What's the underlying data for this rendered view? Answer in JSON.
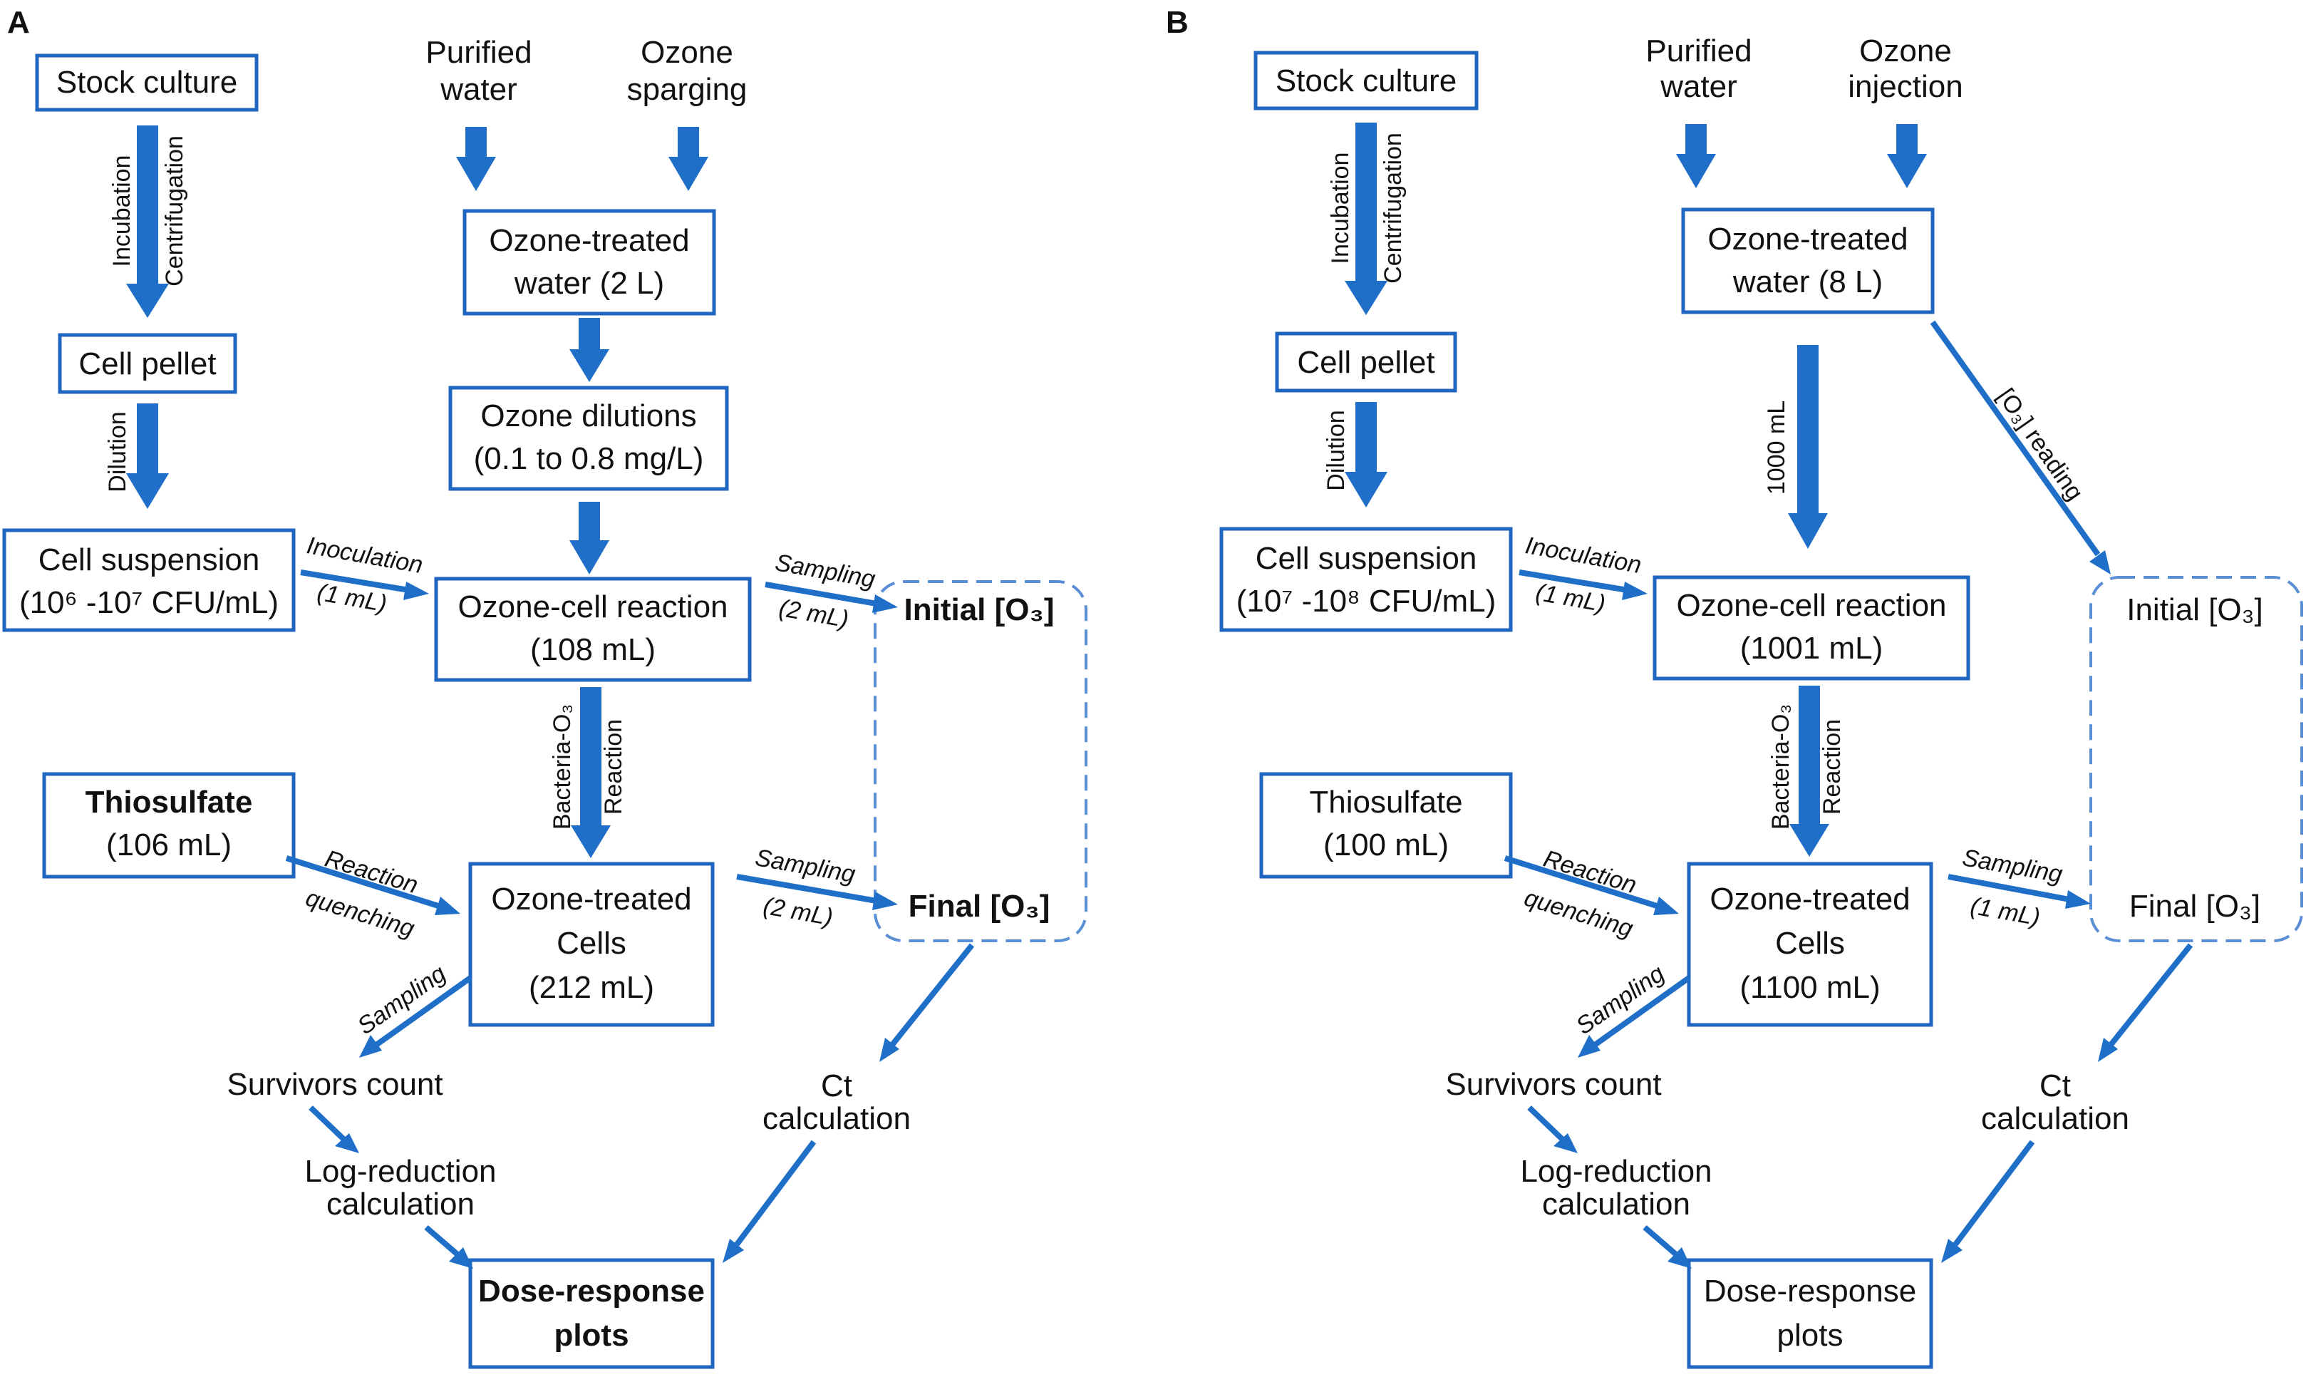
{
  "panels": [
    {
      "letter": "A",
      "nodes": {
        "stock": "Stock culture",
        "pellet": "Cell pellet",
        "susp_line1": "Cell suspension",
        "susp_line2": "(10⁶ -10⁷ CFU/mL)",
        "water_in": [
          "Purified",
          "water"
        ],
        "ozone_in": [
          "Ozone",
          "sparging"
        ],
        "ozwater": [
          "Ozone-treated",
          "water (2 L)"
        ],
        "dilutions": [
          "Ozone dilutions",
          "(0.1 to 0.8 mg/L)"
        ],
        "reaction": [
          "Ozone-cell reaction",
          "(108 mL)"
        ],
        "thio": [
          "Thiosulfate",
          "(106 mL)"
        ],
        "cells": [
          "Ozone-treated",
          "Cells",
          "(212 mL)"
        ],
        "initial": "Initial [O₃]",
        "final": "Final [O₃]",
        "survivors": "Survivors count",
        "logred": [
          "Log-reduction",
          "calculation"
        ],
        "ct": [
          "Ct",
          "calculation"
        ],
        "dose": [
          "Dose-response",
          "plots"
        ]
      },
      "edges": {
        "incubation": "Incubation",
        "centrifugation": "Centrifugation",
        "dilution": "Dilution",
        "inoculation": "Inoculation",
        "inoc_vol": "(1 mL)",
        "sampling1": "Sampling",
        "sampling1_vol": "(2 mL)",
        "bacteria": "Bacteria-O₃",
        "reaction_lbl": "Reaction",
        "quench1": "Reaction",
        "quench2": "quenching",
        "sampling2": "Sampling",
        "sampling2_vol": "(2 mL)",
        "sampling3": "Sampling"
      }
    },
    {
      "letter": "B",
      "nodes": {
        "stock": "Stock culture",
        "pellet": "Cell pellet",
        "susp_line1": "Cell suspension",
        "susp_line2": "(10⁷ -10⁸ CFU/mL)",
        "water_in": [
          "Purified",
          "water"
        ],
        "ozone_in": [
          "Ozone",
          "injection"
        ],
        "ozwater": [
          "Ozone-treated",
          "water (8 L)"
        ],
        "reaction": [
          "Ozone-cell reaction",
          "(1001 mL)"
        ],
        "thio": [
          "Thiosulfate",
          "(100 mL)"
        ],
        "cells": [
          "Ozone-treated",
          "Cells",
          "(1100 mL)"
        ],
        "initial": "Initial [O₃]",
        "final": "Final [O₃]",
        "survivors": "Survivors count",
        "logred": [
          "Log-reduction",
          "calculation"
        ],
        "ct": [
          "Ct",
          "calculation"
        ],
        "dose": [
          "Dose-response",
          "plots"
        ]
      },
      "edges": {
        "incubation": "Incubation",
        "centrifugation": "Centrifugation",
        "dilution": "Dilution",
        "vol_1000": "1000 mL",
        "o3_reading": "[O₃] reading",
        "inoculation": "Inoculation",
        "inoc_vol": "(1 mL)",
        "bacteria": "Bacteria-O₃",
        "reaction_lbl": "Reaction",
        "quench1": "Reaction",
        "quench2": "quenching",
        "sampling2": "Sampling",
        "sampling2_vol": "(1 mL)",
        "sampling3": "Sampling"
      }
    }
  ],
  "colors": {
    "arrow": "#1f6fc8",
    "box_border": "#1f66c0",
    "dashed_group": "#5a8fd6"
  }
}
